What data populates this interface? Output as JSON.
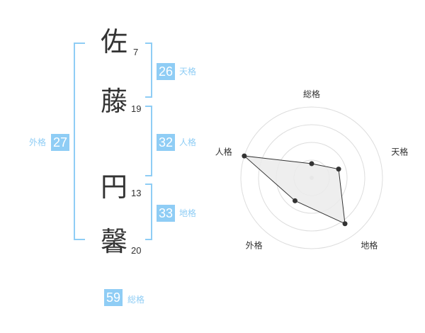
{
  "name": {
    "chars": [
      {
        "char": "佐",
        "strokes": "7"
      },
      {
        "char": "藤",
        "strokes": "19"
      },
      {
        "char": "円",
        "strokes": "13"
      },
      {
        "char": "馨",
        "strokes": "20"
      }
    ]
  },
  "fortune": {
    "tenkaku": {
      "value": "26",
      "label": "天格"
    },
    "jinkaku": {
      "value": "32",
      "label": "人格"
    },
    "chikaku": {
      "value": "33",
      "label": "地格"
    },
    "gaikaku": {
      "value": "27",
      "label": "外格"
    },
    "soukaku": {
      "value": "59",
      "label": "総格"
    }
  },
  "colors": {
    "accent": "#8fcdf5",
    "text": "#333333",
    "radar_fill": "#ebebeb",
    "radar_grid": "#dddddd"
  },
  "chart_data": {
    "type": "radar",
    "categories": [
      "総格",
      "天格",
      "地格",
      "外格",
      "人格"
    ],
    "values": [
      1,
      2,
      4,
      2,
      5
    ],
    "rlim": [
      0,
      5
    ],
    "rings": 4,
    "grid": true
  }
}
